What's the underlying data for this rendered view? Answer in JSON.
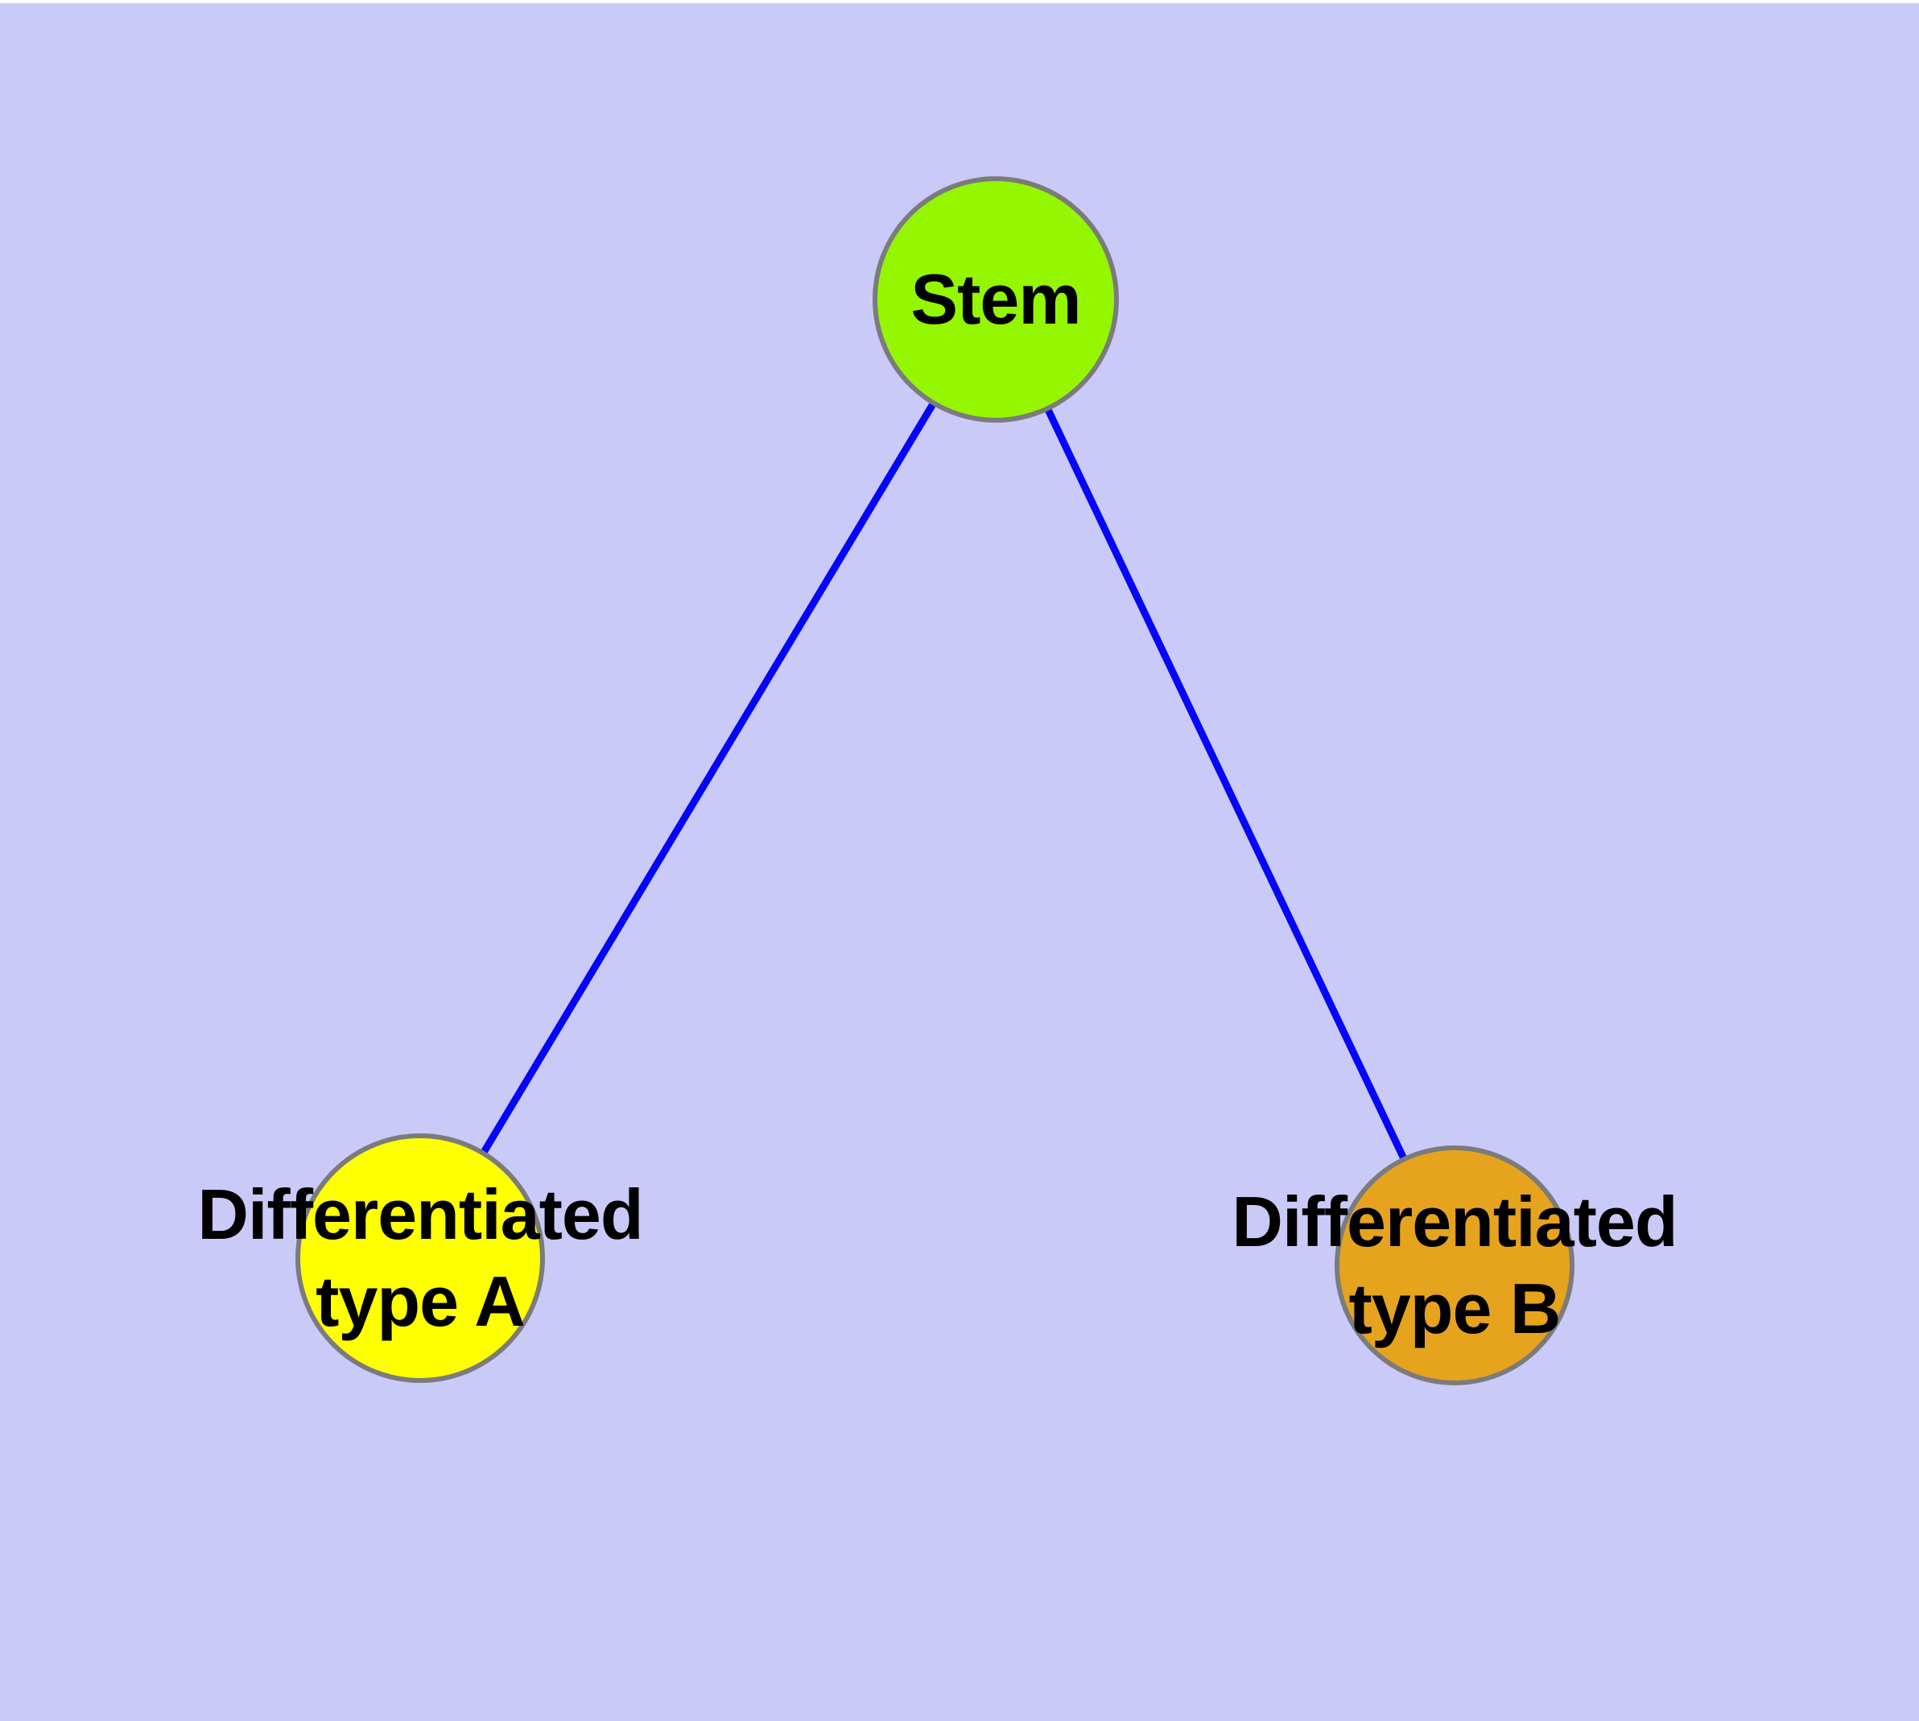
{
  "diagram": {
    "type": "graph",
    "background_color": "#cacaf8",
    "edge_color": "#0505fa",
    "node_border_color": "#7b7b7b",
    "label_color": "#000000",
    "nodes": [
      {
        "id": "stem",
        "label_lines": [
          "Stem"
        ],
        "fill": "#94f600"
      },
      {
        "id": "differentiated-type-a",
        "label_lines": [
          "Differentiated",
          "type A"
        ],
        "fill": "#feff00"
      },
      {
        "id": "differentiated-type-b",
        "label_lines": [
          "Differentiated",
          "type B"
        ],
        "fill": "#e6a31e"
      }
    ],
    "edges": [
      {
        "from": "stem",
        "to": "differentiated-type-a"
      },
      {
        "from": "stem",
        "to": "differentiated-type-b"
      }
    ]
  }
}
